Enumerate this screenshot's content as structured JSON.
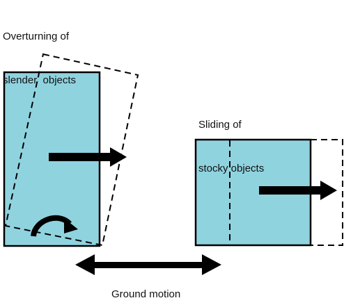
{
  "labels": {
    "slender_line1": "Overturning of",
    "slender_line2": "slender  objects",
    "stocky_line1": "Sliding of",
    "stocky_line2": "stocky objects",
    "ground": "Ground motion"
  },
  "colors": {
    "fill": "#8fd3df",
    "stroke": "#000000"
  }
}
